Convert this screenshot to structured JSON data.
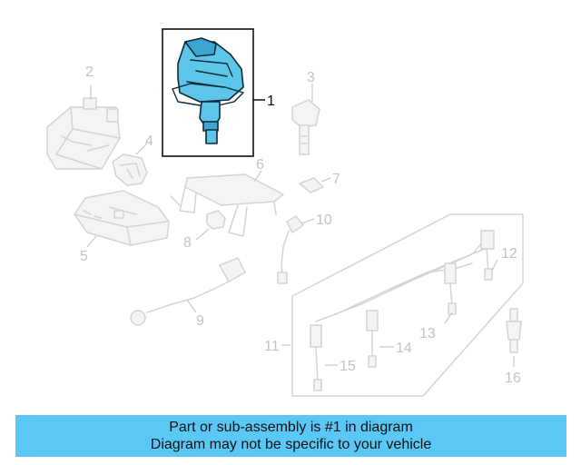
{
  "callouts": {
    "c1": "1",
    "c2": "2",
    "c3": "3",
    "c4": "4",
    "c5": "5",
    "c6": "6",
    "c7": "7",
    "c8": "8",
    "c9": "9",
    "c10": "10",
    "c11": "11",
    "c12": "12",
    "c13": "13",
    "c14": "14",
    "c15": "15",
    "c16": "16"
  },
  "highlight_color": "#5cc5e8",
  "banner": {
    "line1": "Part or sub-assembly is #1 in diagram",
    "line2": "Diagram may not be specific to your vehicle",
    "background": "#5bc7f5"
  }
}
